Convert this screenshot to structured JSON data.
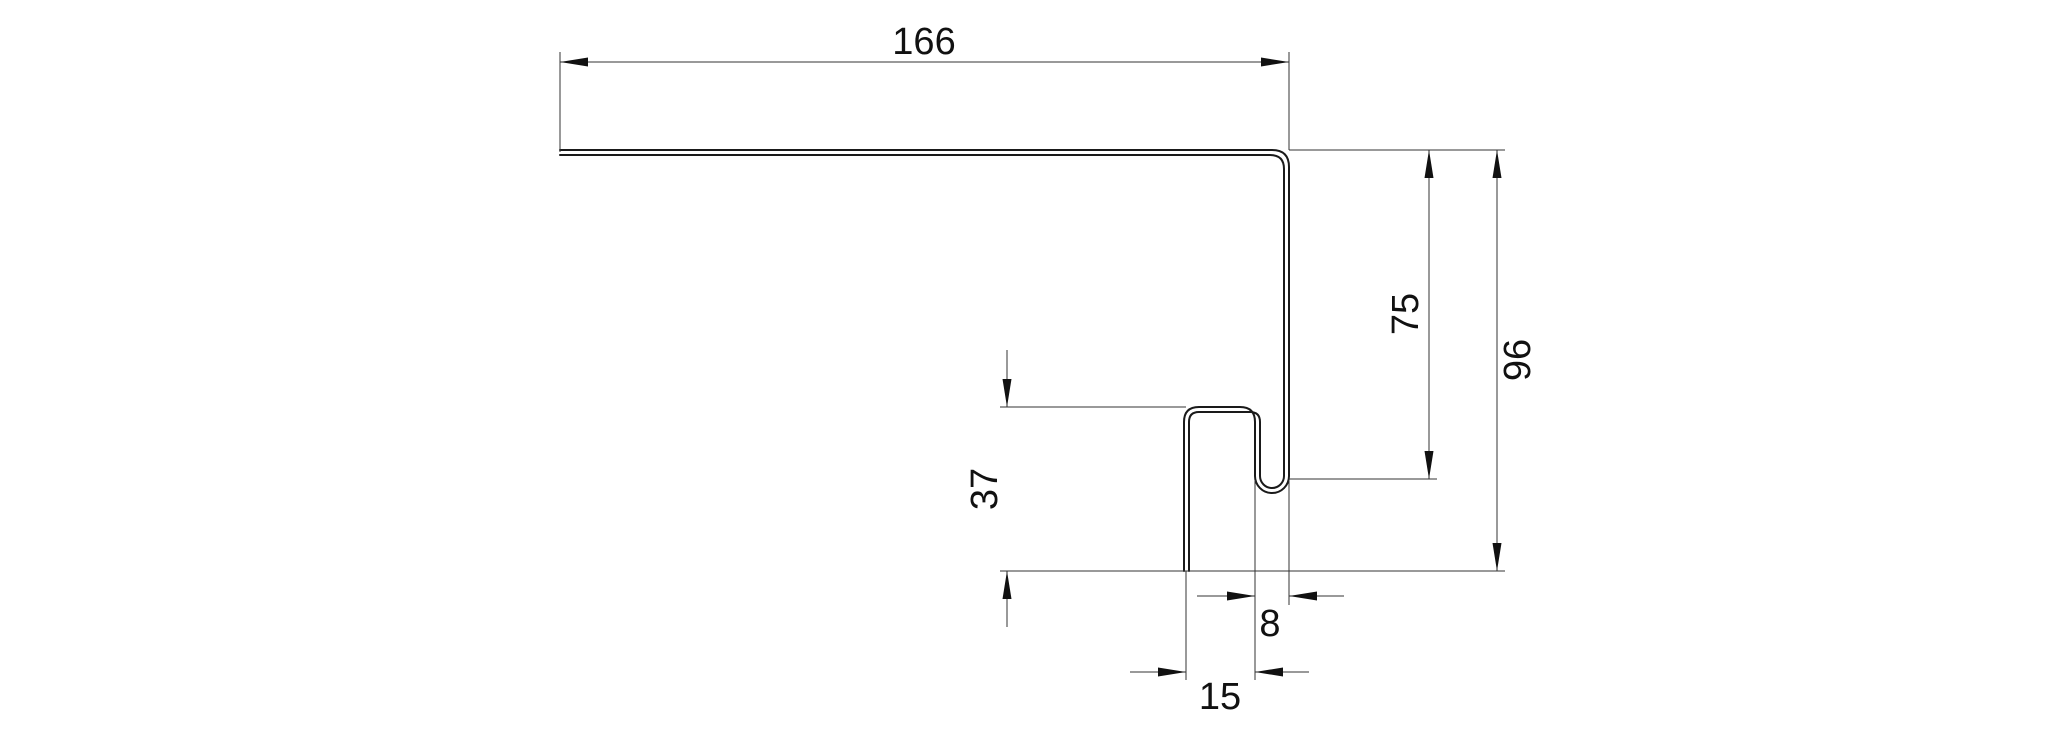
{
  "dimensions": {
    "top_width": "166",
    "inner_height": "75",
    "total_height": "96",
    "flange_height": "37",
    "gap_width": "8",
    "channel_width": "15"
  },
  "colors": {
    "line": "#1a1a1a",
    "background": "#ffffff"
  }
}
